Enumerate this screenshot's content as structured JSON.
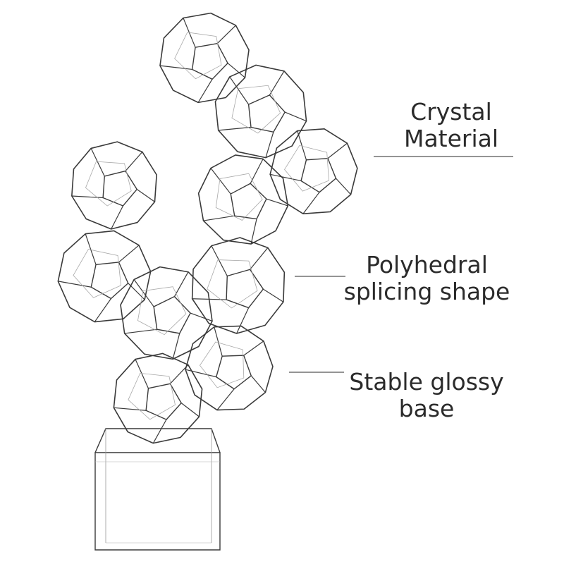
{
  "callouts": {
    "crystal": "Crystal\nMaterial",
    "polyhedral": "Polyhedral\nsplicing shape",
    "base": "Stable glossy\nbase"
  },
  "colors": {
    "line": "#3a3a3a",
    "leader": "#555555",
    "text": "#2b2b2b",
    "background": "#ffffff"
  }
}
